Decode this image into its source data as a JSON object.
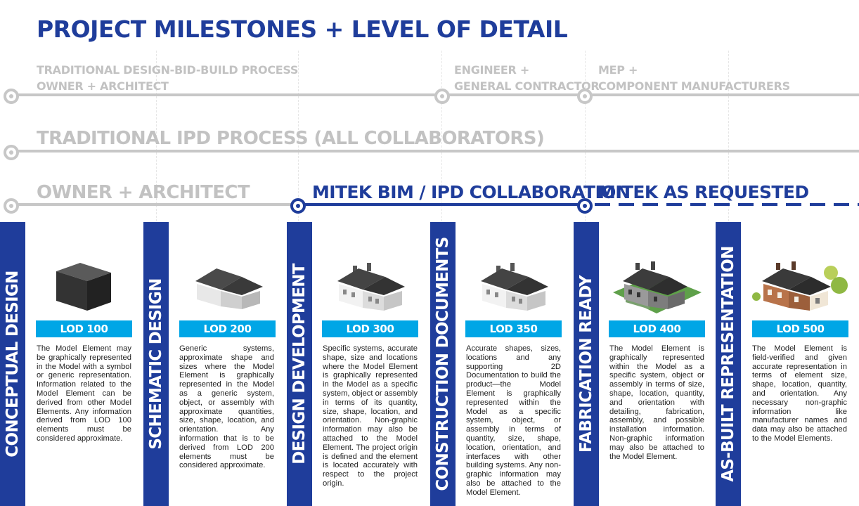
{
  "title": "PROJECT MILESTONES + LEVEL OF DETAIL",
  "timelines": {
    "dbb_line1": "TRADITIONAL DESIGN-BID-BUILD PROCESS",
    "dbb_line2": "OWNER + ARCHITECT",
    "eng_line1": "ENGINEER +",
    "eng_line2": "GENERAL CONTRACTOR",
    "mep_line1": "MEP +",
    "mep_line2": "COMPONENT MANUFACTURERS",
    "ipd": "TRADITIONAL IPD PROCESS (ALL COLLABORATORS)",
    "owner_arch": "OWNER + ARCHITECT",
    "mitek_collab": "MITEK BIM / IPD COLLABORATION",
    "mitek_requested": "MITEK AS REQUESTED"
  },
  "colors": {
    "brand_blue": "#1f3d9b",
    "lod_cyan": "#00a6e6",
    "timeline_gray": "#c7c7c7"
  },
  "phases": [
    {
      "name": "CONCEPTUAL DESIGN",
      "lod": "LOD 100",
      "illustration": "mass-box-icon",
      "description": "The Model Element may be graphically represented in the Model with a symbol or generic representation. Information related to the Model Element can be derived from other Model Elements. Any information derived from LOD 100 elements must be considered approximate."
    },
    {
      "name": "SCHEMATIC DESIGN",
      "lod": "LOD 200",
      "illustration": "basic-house-icon",
      "description": "Generic systems, approximate shape and sizes where the Model Element is graphically represented in the Model as a generic system, object, or assembly with approximate quantities, size, shape, location, and orientation. Any information that is to be derived from LOD 200 elements must be considered approximate."
    },
    {
      "name": "DESIGN DEVELOPMENT",
      "lod": "LOD 300",
      "illustration": "detailed-house-icon",
      "description": "Specific systems, accurate shape, size and locations where the Model Element is graphically represented in the Model as a specific system, object or assembly in terms of its quantity, size, shape, location, and orientation. Non-graphic information may also be attached to the Model Element. The project origin is defined and the element is located accurately with respect to the project origin."
    },
    {
      "name": "CONSTRUCTION DOCUMENTS",
      "lod": "LOD 350",
      "illustration": "detailed-house-icon",
      "description": "Accurate shapes, sizes, locations and any supporting 2D Documentation to build the product—the Model Element is graphically represented within the Model as a specific system, object, or assembly in terms of quantity, size, shape, location, orientation, and interfaces with other building systems. Any non-graphic information may also be attached to the Model Element."
    },
    {
      "name": "FABRICATION READY",
      "lod": "LOD 400",
      "illustration": "house-on-lawn-icon",
      "description": "The Model Element is graphically represented within the Model as a specific system, object or assembly in terms of size, shape, location, quantity, and orientation with detailing, fabrication, assembly, and possible installation information. Non-graphic information may also be attached to the Model Element."
    },
    {
      "name": "AS-BUILT REPRESENTATION",
      "lod": "LOD 500",
      "illustration": "finished-house-icon",
      "description": "The Model Element is field-verified and given accurate representation in terms of element size, shape, location, quantity, and orientation. Any necessary non-graphic information like manufacturer names and data may also be attached to the Model Elements."
    }
  ]
}
